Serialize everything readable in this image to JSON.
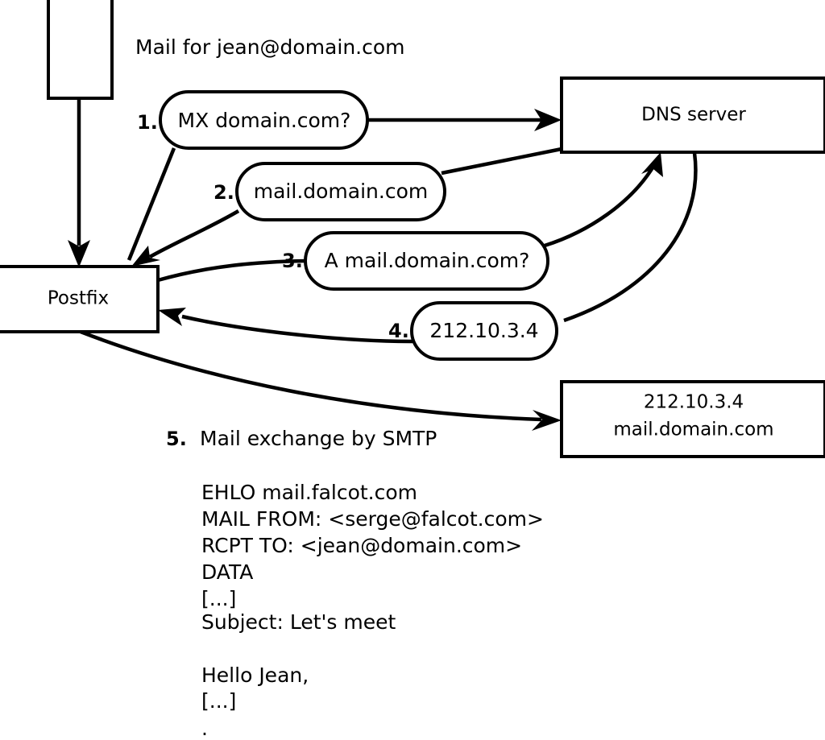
{
  "diagram": {
    "title_label": "Mail for jean@domain.com",
    "nodes": {
      "mail_client": {
        "label": ""
      },
      "postfix": {
        "label": "Postfix"
      },
      "dns_server": {
        "label": "DNS server"
      },
      "mail_server": {
        "line1": "212.10.3.4",
        "line2": "mail.domain.com"
      }
    },
    "steps": [
      {
        "num": "1.",
        "label": "MX domain.com?"
      },
      {
        "num": "2.",
        "label": "mail.domain.com"
      },
      {
        "num": "3.",
        "label": "A mail.domain.com?"
      },
      {
        "num": "4.",
        "label": "212.10.3.4"
      }
    ],
    "step5": {
      "num": "5.",
      "label": "Mail exchange by SMTP"
    },
    "transcript": [
      "EHLO mail.falcot.com",
      "MAIL FROM: <serge@falcot.com>",
      "RCPT TO: <jean@domain.com>",
      "DATA",
      "[...]",
      "Subject: Let's meet",
      "",
      "Hello Jean,",
      "[...]",
      "",
      "."
    ],
    "colors": {
      "stroke": "#000000",
      "fill": "#ffffff",
      "text": "#000000"
    }
  }
}
